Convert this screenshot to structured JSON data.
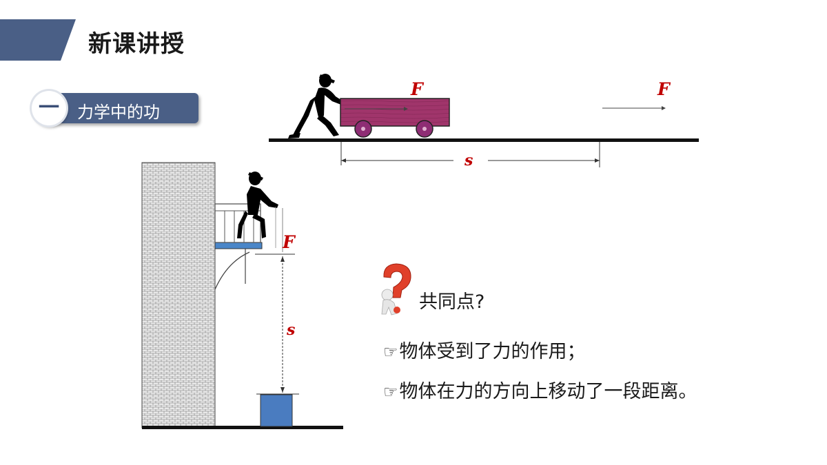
{
  "header": {
    "title": "新课讲授",
    "accent_color": "#4a5f86"
  },
  "section": {
    "number": "一",
    "label": "力学中的功"
  },
  "diagrams": {
    "cart": {
      "force_label": "F",
      "force_label_moved": "F",
      "distance_label": "s"
    },
    "lift": {
      "force_label": "F",
      "distance_label": "s"
    }
  },
  "commonality": {
    "question": "共同点?",
    "question_icon": "question-person-icon",
    "hand_icon": "pointing-hand-icon",
    "hand_glyph": "☞",
    "points": [
      "物体受到了力的作用；",
      "物体在力的方向上移动了一段距离。"
    ]
  },
  "colors": {
    "force": "#c00000",
    "cart_body": "#a0356b",
    "bucket": "#4a7cc0"
  }
}
